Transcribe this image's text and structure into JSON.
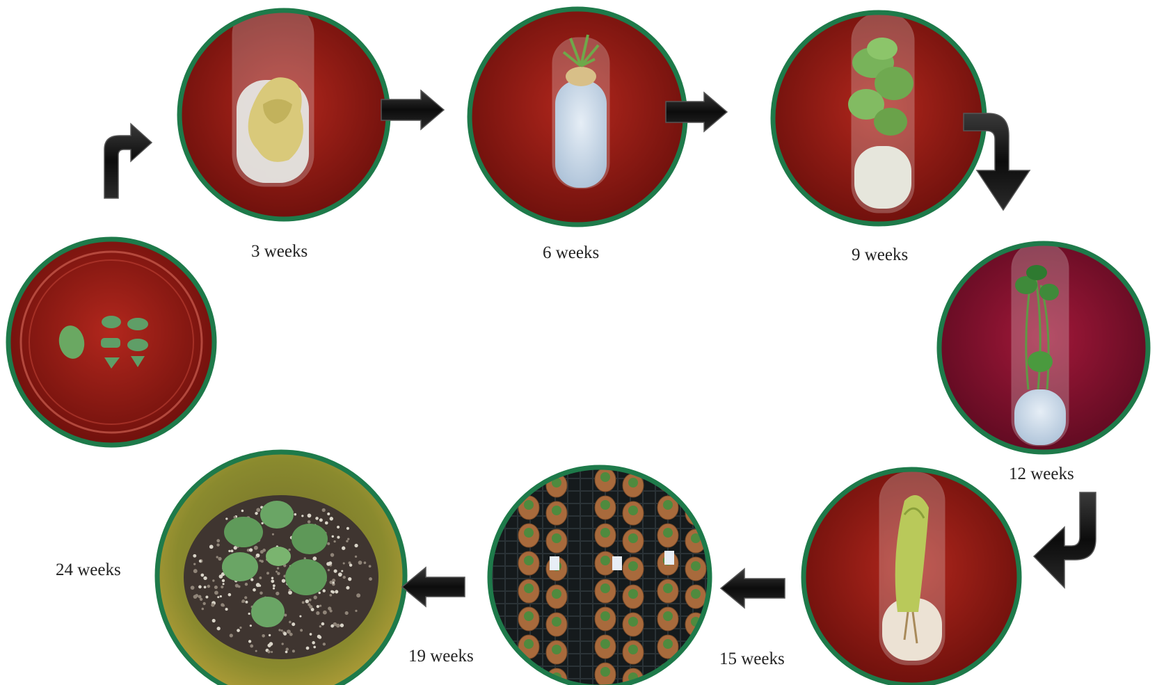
{
  "stages": [
    {
      "id": "explant",
      "label": ""
    },
    {
      "id": "callus",
      "label": "3 weeks"
    },
    {
      "id": "shoot-initiation",
      "label": "6 weeks"
    },
    {
      "id": "shoot-multiplication",
      "label": "9 weeks"
    },
    {
      "id": "shoot-elongation",
      "label": "12 weeks"
    },
    {
      "id": "rooting",
      "label": "15 weeks"
    },
    {
      "id": "acclimatization",
      "label": "19 weeks"
    },
    {
      "id": "mature-plant",
      "label": "24 weeks"
    }
  ],
  "colors": {
    "ring": "#1e7a4a",
    "backdrop_red": "#8e1a14",
    "backdrop_crimson": "#7a0f2a",
    "arrow": "#1a1a1a",
    "media": "#c9d6e6",
    "leaf": "#5f9a45",
    "callus": "#d8c77a",
    "pot": "#a86a3c",
    "soil": "#4a3a30"
  }
}
